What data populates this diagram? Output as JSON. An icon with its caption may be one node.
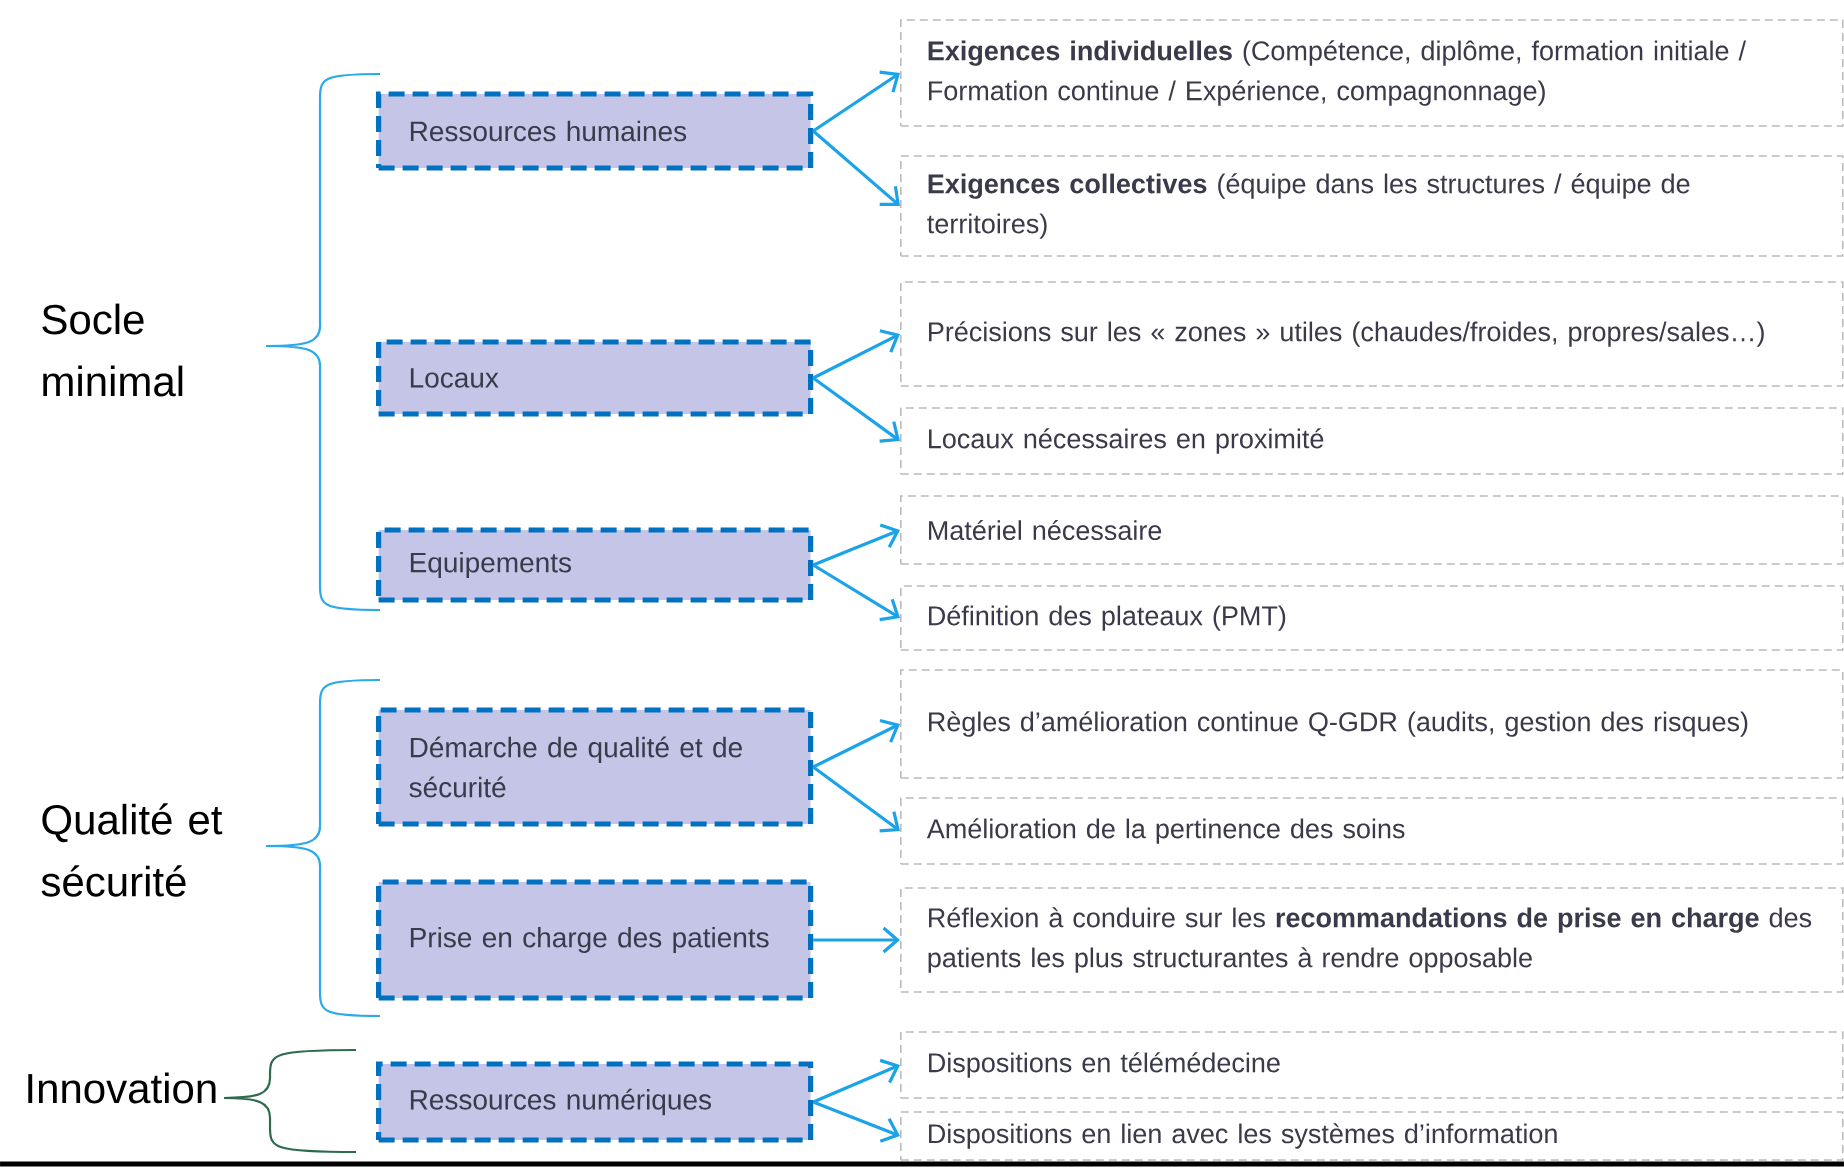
{
  "diagram": {
    "nodes": [
      {
        "text": [
          "Ressources humaines"
        ]
      },
      {
        "text": [
          "Locaux"
        ]
      },
      {
        "text": [
          "Equipements"
        ]
      },
      {
        "text": [
          "Démarche de qualité et de sécurité"
        ]
      },
      {
        "text": [
          "Prise en charge des patients"
        ]
      },
      {
        "text": [
          "Ressources numériques"
        ]
      },
      {
        "text": [
          "**Exigences individuelles** (Compétence, diplôme, formation initiale / Formation continue / Expérience, compagnonnage)"
        ]
      },
      {
        "text": [
          "**Exigences collectives** (équipe dans les structures / équipe de territoires)"
        ]
      },
      {
        "text": [
          "Précisions sur les « zones » utiles (chaudes/froides, propres/sales…)"
        ]
      },
      {
        "text": [
          "Locaux nécessaires en proximité"
        ]
      },
      {
        "text": [
          "Matériel nécessaire"
        ]
      },
      {
        "text": [
          "Définition des plateaux (PMT)"
        ]
      },
      {
        "text": [
          "Règles d’amélioration continue Q-GDR (audits, gestion des risques)"
        ]
      },
      {
        "text": [
          "Amélioration de la pertinence des soins"
        ]
      },
      {
        "text": [
          "Réflexion à conduire sur les **recommandations de prise en charge** des patients les plus structurantes à rendre opposable"
        ]
      },
      {
        "text": [
          "Dispositions en télémédecine"
        ]
      },
      {
        "text": [
          "Dispositions en lien avec les systèmes d’information"
        ]
      }
    ],
    "edges": [
      {
        "from": 0,
        "to": 6,
        "arrow": "to"
      },
      {
        "from": 0,
        "to": 7,
        "arrow": "to"
      },
      {
        "from": 1,
        "to": 8,
        "arrow": "to"
      },
      {
        "from": 1,
        "to": 9,
        "arrow": "to"
      },
      {
        "from": 2,
        "to": 10,
        "arrow": "to"
      },
      {
        "from": 2,
        "to": 11,
        "arrow": "to"
      },
      {
        "from": 3,
        "to": 12,
        "arrow": "to"
      },
      {
        "from": 3,
        "to": 13,
        "arrow": "to"
      },
      {
        "from": 4,
        "to": 14,
        "arrow": "to"
      },
      {
        "from": 5,
        "to": 15,
        "arrow": "to"
      },
      {
        "from": 5,
        "to": 16,
        "arrow": "to"
      }
    ],
    "labels": [
      "Socle minimal",
      "Qualité et sécurité",
      "Innovation"
    ]
  }
}
